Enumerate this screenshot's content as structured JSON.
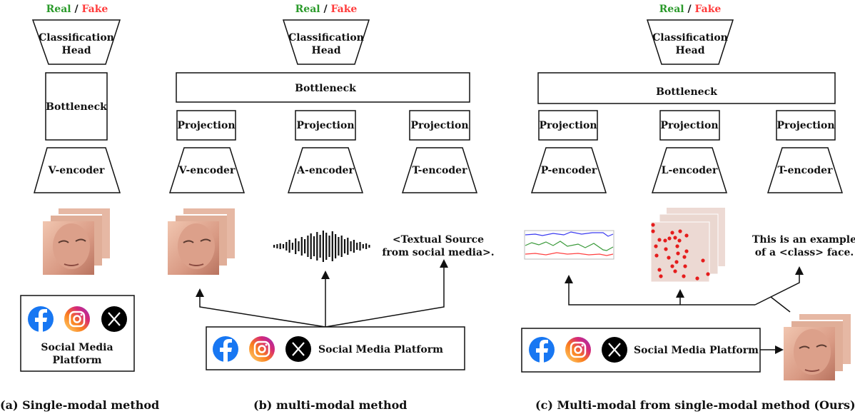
{
  "labels": {
    "real": "Real",
    "slash": " / ",
    "fake": "Fake"
  },
  "colors": {
    "real": "#2a9a2a",
    "fake": "#ff3b3b",
    "facebook": "#1877f2",
    "x": "#000000"
  },
  "panel_a": {
    "head": [
      "Classification",
      "Head"
    ],
    "bottleneck": "Bottleneck",
    "encoder": "V-encoder",
    "platform": [
      "Social Media",
      "Platform"
    ],
    "caption": "(a) Single-modal method"
  },
  "panel_b": {
    "head": [
      "Classification",
      "Head"
    ],
    "bottleneck": "Bottleneck",
    "projections": [
      "Projection",
      "Projection",
      "Projection"
    ],
    "encoders": [
      "V-encoder",
      "A-encoder",
      "T-encoder"
    ],
    "text_source": [
      "<Textual Source",
      "from social media>."
    ],
    "platform": "Social Media Platform",
    "caption": "(b) multi-modal method"
  },
  "panel_c": {
    "head": [
      "Classification",
      "Head"
    ],
    "bottleneck": "Bottleneck",
    "projections": [
      "Projection",
      "Projection",
      "Projection"
    ],
    "encoders": [
      "P-encoder",
      "L-encoder",
      "T-encoder"
    ],
    "text_prompt": [
      "This is an example",
      "of a <class> face."
    ],
    "platform": "Social Media Platform",
    "caption": "(c) Multi-modal from single-modal method (Ours)"
  },
  "icons": [
    "facebook-icon",
    "instagram-icon",
    "x-icon"
  ]
}
